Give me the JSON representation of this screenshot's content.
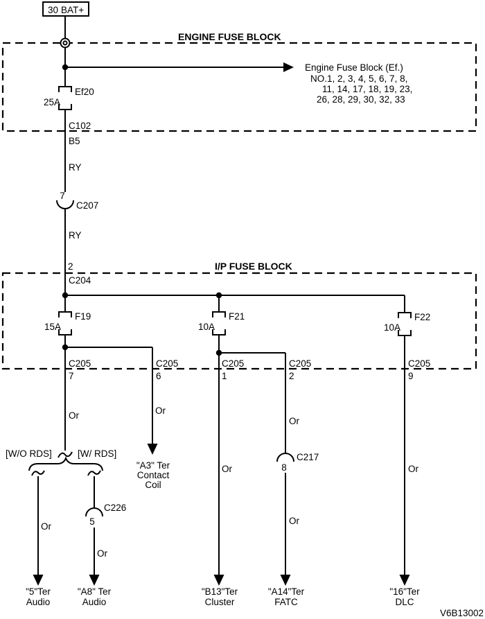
{
  "doc_code": "V6B13002",
  "battery": {
    "pin": "30",
    "label": "BAT+"
  },
  "engine_block": {
    "title": "ENGINE FUSE BLOCK",
    "note": [
      "Engine Fuse Block (Ef.)",
      "NO.1, 2, 3, 4, 5, 6, 7, 8,",
      "11, 14, 17, 18, 19, 23,",
      "26, 28, 29, 30, 32, 33"
    ],
    "fuse_id": "Ef20",
    "fuse_rating": "25A",
    "out_connector": "C102",
    "out_pin": "B5"
  },
  "wire_top": "RY",
  "c207": {
    "pin": "7",
    "id": "C207"
  },
  "wire_mid": "RY",
  "ip_block": {
    "title": "I/P FUSE BLOCK",
    "in_pin": "2",
    "in_connector": "C204",
    "f19": {
      "id": "F19",
      "rating": "15A"
    },
    "f21": {
      "id": "F21",
      "rating": "10A"
    },
    "f22": {
      "id": "F22",
      "rating": "10A"
    },
    "out": [
      {
        "connector": "C205",
        "pin": "7"
      },
      {
        "connector": "C205",
        "pin": "6"
      },
      {
        "connector": "C205",
        "pin": "1"
      },
      {
        "connector": "C205",
        "pin": "2"
      },
      {
        "connector": "C205",
        "pin": "9"
      }
    ]
  },
  "col_pin7": {
    "wire": "Or",
    "opt_left_tag": "[W/O RDS]",
    "opt_right_tag": "[W/ RDS]",
    "left": {
      "wire": "Or",
      "terminal": "\"5\"Ter",
      "device": "Audio"
    },
    "right": {
      "connector": "C226",
      "pin": "5",
      "wire": "Or",
      "terminal": "\"A8\" Ter",
      "device": "Audio"
    }
  },
  "col_pin6": {
    "wire": "Or",
    "terminal": "\"A3\" Ter",
    "device1": "Contact",
    "device2": "Coil"
  },
  "col_pin1": {
    "wire": "Or",
    "terminal": "\"B13\"Ter",
    "device": "Cluster"
  },
  "col_pin2": {
    "wire1": "Or",
    "connector": "C217",
    "pin": "8",
    "wire2": "Or",
    "terminal": "\"A14\"Ter",
    "device": "FATC"
  },
  "col_pin9": {
    "wire": "Or",
    "terminal": "\"16\"Ter",
    "device": "DLC"
  }
}
